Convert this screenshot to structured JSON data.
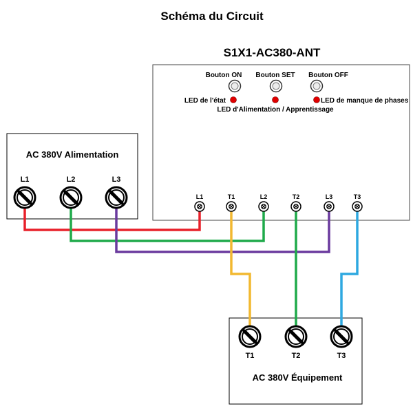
{
  "title": "Schéma du Circuit",
  "controller": {
    "model": "S1X1-AC380-ANT",
    "buttons": [
      {
        "id": "on",
        "label": "Bouton ON"
      },
      {
        "id": "set",
        "label": "Bouton SET"
      },
      {
        "id": "off",
        "label": "Bouton OFF"
      }
    ],
    "leds": [
      {
        "id": "state",
        "label": "LED de l'état"
      },
      {
        "id": "power",
        "label": "LED d'Alimentation / Apprentissage"
      },
      {
        "id": "phase",
        "label": "LED de manque de phases"
      }
    ],
    "led_color": "#e00000",
    "terminals": [
      "L1",
      "T1",
      "L2",
      "T2",
      "L3",
      "T3"
    ]
  },
  "supply": {
    "label": "AC 380V Alimentation",
    "terminals": [
      "L1",
      "L2",
      "L3"
    ]
  },
  "equipment": {
    "label": "AC 380V Équipement",
    "terminals": [
      "T1",
      "T2",
      "T3"
    ]
  },
  "wire_colors": {
    "L1": "#e8202a",
    "L2": "#1faa4a",
    "L3": "#6a3a9e",
    "T1": "#f2b830",
    "T2": "#1faa4a",
    "T3": "#2ea8e0"
  }
}
